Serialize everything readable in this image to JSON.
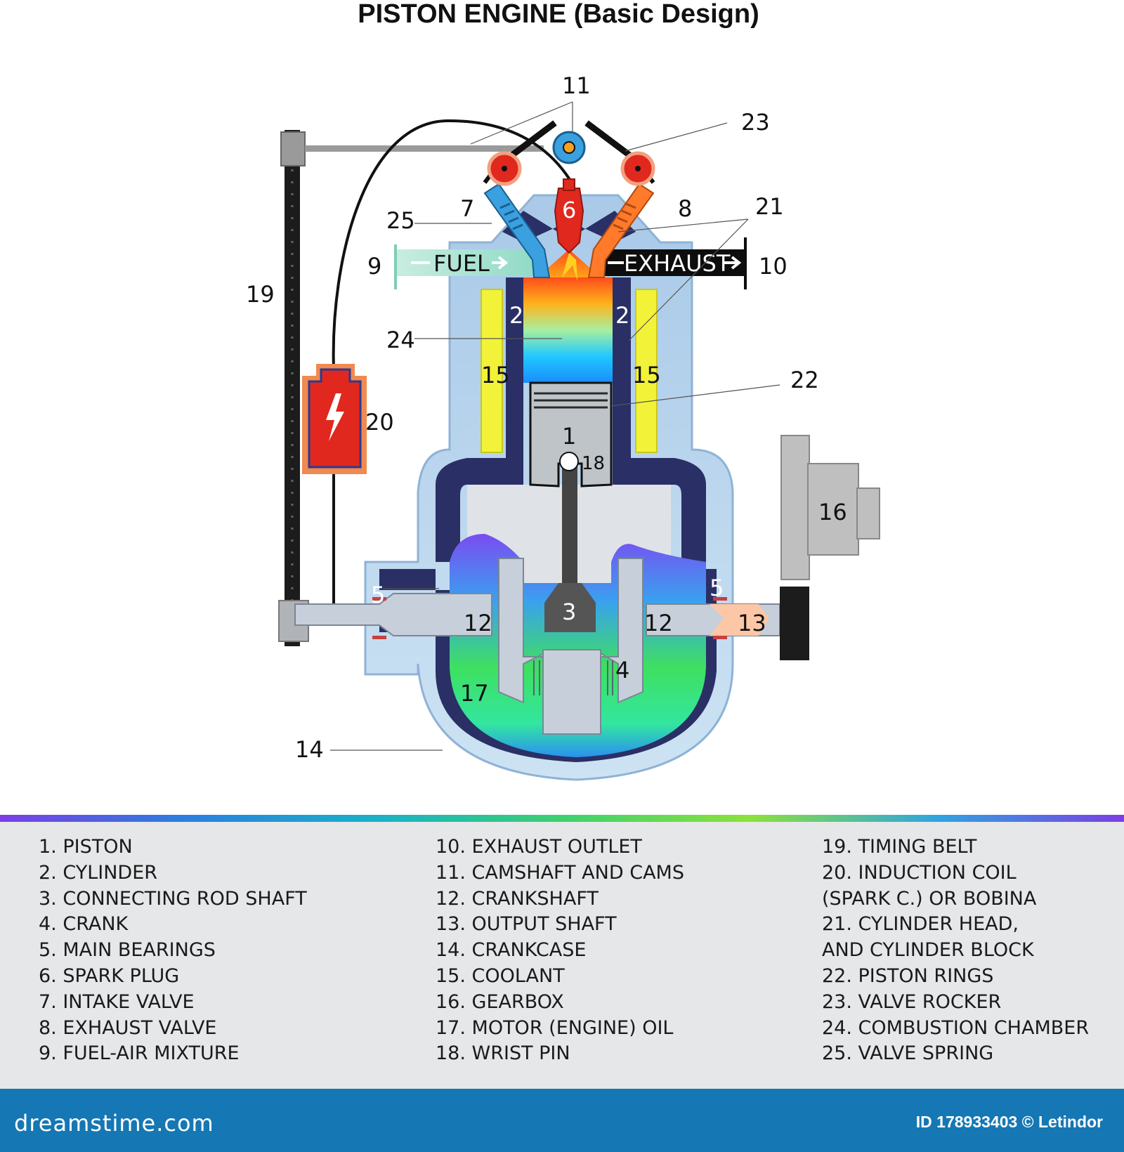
{
  "title": "PISTON ENGINE (Basic Design)",
  "callouts": {
    "c1": "1",
    "c2": "2",
    "c3": "3",
    "c4": "4",
    "c5": "5",
    "c6": "6",
    "c7": "7",
    "c8": "8",
    "c9": "9",
    "c10": "10",
    "c11": "11",
    "c12": "12",
    "c13": "13",
    "c14": "14",
    "c15": "15",
    "c16": "16",
    "c17": "17",
    "c18": "18",
    "c19": "19",
    "c20": "20",
    "c21": "21",
    "c22": "22",
    "c23": "23",
    "c24": "24",
    "c25": "25"
  },
  "flow": {
    "fuel": "FUEL",
    "exhaust": "EXHAUST"
  },
  "legend": {
    "col1": [
      "1. PISTON",
      "2. CYLINDER",
      "3. CONNECTING ROD SHAFT",
      "4. CRANK",
      "5. MAIN BEARINGS",
      "6. SPARK PLUG",
      "7. INTAKE VALVE",
      "8. EXHAUST VALVE",
      "9. FUEL-AIR MIXTURE"
    ],
    "col2": [
      "10. EXHAUST OUTLET",
      "11. CAMSHAFT AND CAMS",
      "12. CRANKSHAFT",
      "13. OUTPUT SHAFT",
      "14. CRANKCASE",
      "15. COOLANT",
      "16. GEARBOX",
      "17. MOTOR (ENGINE) OIL",
      "18. WRIST PIN"
    ],
    "col3": [
      "19. TIMING BELT",
      "20. INDUCTION COIL",
      "(SPARK C.)  OR BOBINA",
      "21. CYLINDER HEAD,",
      "AND CYLINDER BLOCK",
      "22. PISTON RINGS",
      "23. VALVE ROCKER",
      "24. COMBUSTION CHAMBER",
      "25. VALVE SPRING"
    ]
  },
  "footer": {
    "brand": "dreamstime.com",
    "image_id": "ID 178933403 © Letindor"
  },
  "colors": {
    "footer": "#1577b3",
    "legend_bg": "#e6e7e8",
    "coil": "#e0281e",
    "coolant": "#f2f238",
    "oil": "#3fe05a"
  }
}
